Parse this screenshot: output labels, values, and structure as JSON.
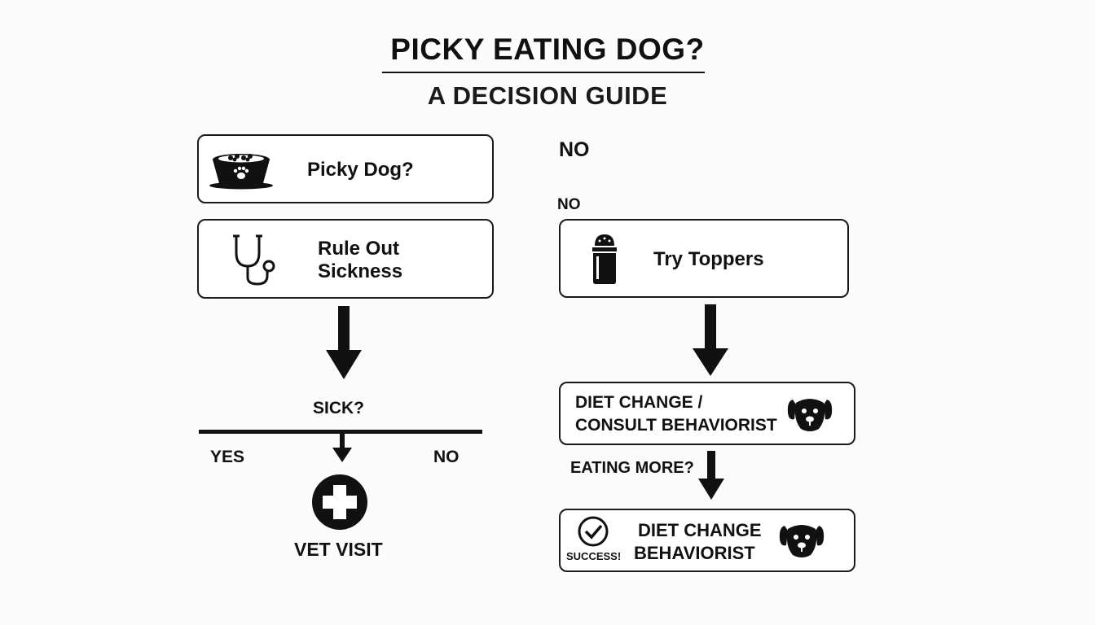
{
  "title": "PICKY EATING DOG?",
  "subtitle": "A DECISION GUIDE",
  "nodes": {
    "picky_dog": "Picky Dog?",
    "rule_out_line1": "Rule Out",
    "rule_out_line2": "Sickness",
    "sick": "SICK?",
    "yes": "YES",
    "no_left": "NO",
    "vet_visit": "VET VISIT",
    "no_top": "NO",
    "no_small": "NO",
    "try_toppers": "Try Toppers",
    "diet_line1": "DIET CHANGE /",
    "diet_line2": "CONSULT BEHAVIORIST",
    "eating_more": "EATING MORE?",
    "success": "SUCCESS!",
    "final_line1": "DIET CHANGE",
    "final_line2": "BEHAVIORIST"
  },
  "icons": [
    "dog-bowl-icon",
    "stethoscope-icon",
    "medical-cross-icon",
    "shaker-icon",
    "dog-face-icon",
    "checkmark-icon"
  ],
  "colors": {
    "ink": "#111111",
    "background": "#fbfbfb",
    "box": "#ffffff"
  }
}
